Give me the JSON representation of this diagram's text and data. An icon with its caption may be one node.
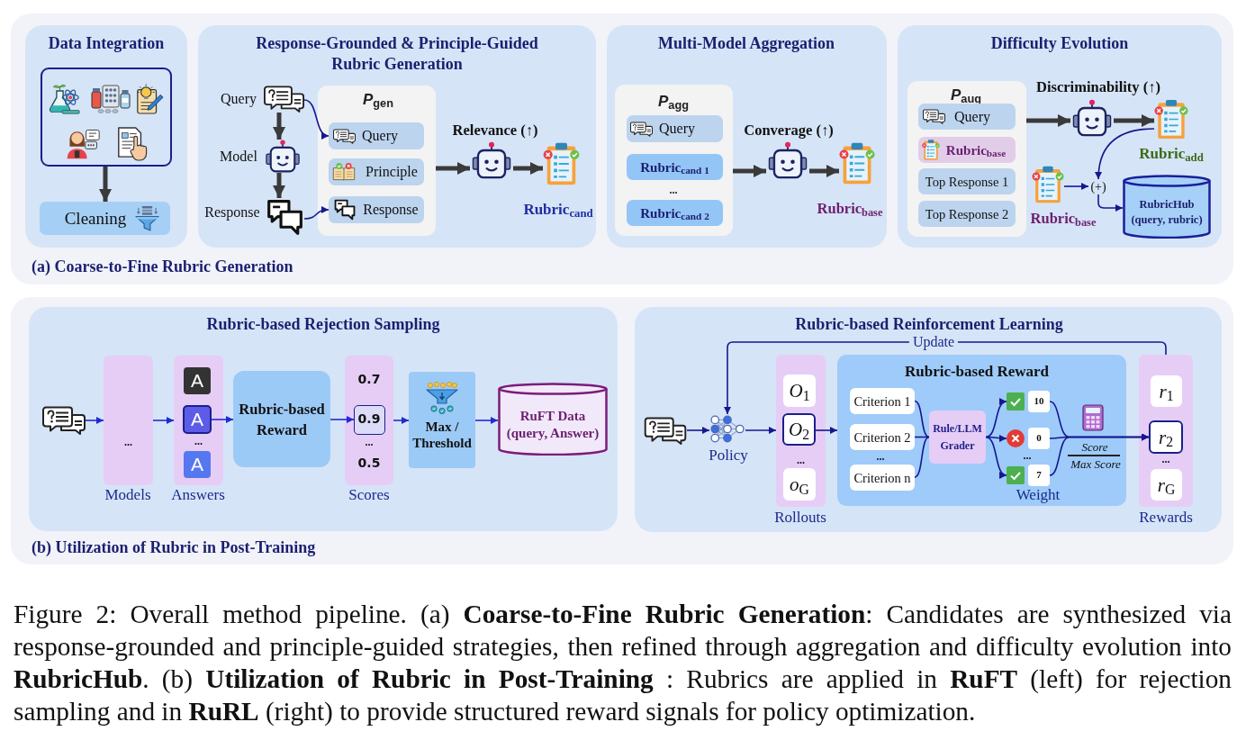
{
  "diagram": {
    "caption": "Figure 2: Overall method pipeline. (a) **Coarse-to-Fine Rubric Generation**: Candidates are synthesized via response-grounded and principle-guided strategies, then refined through aggregation and difficulty evolution into **RubricHub**. (b) **Utilization of Rubric in Post-Training** : Rubrics are applied in **RuFT** (left) for rejection sampling and in **RuRL** (right) to provide structured reward signals for policy optimization.",
    "nodes": [
      {
        "text": [
          "(a) Coarse-to-Fine Rubric Generation"
        ]
      },
      {
        "text": [
          "Data Integration"
        ],
        "in": 0
      },
      {
        "text": [],
        "shape": "box",
        "in": 1
      },
      {
        "text": [
          "Cleaning"
        ],
        "in": 1
      },
      {
        "text": [
          "Response-Grounded & Principle-Guided Rubric Generation"
        ],
        "in": 0
      },
      {
        "text": [
          "Query"
        ],
        "in": 4
      },
      {
        "text": [
          "Model"
        ],
        "in": 4
      },
      {
        "text": [
          "Response"
        ],
        "in": 4
      },
      {
        "text": [
          "*P*$_{gen}$"
        ],
        "in": 4
      },
      {
        "text": [
          "Query"
        ],
        "in": 8
      },
      {
        "text": [
          "Principle"
        ],
        "in": 8
      },
      {
        "text": [
          "Response"
        ],
        "in": 8
      },
      {
        "text": [],
        "shape": "picture",
        "beside": [
          "Relevance (↑)"
        ],
        "in": 4
      },
      {
        "text": [],
        "shape": "picture",
        "beside": [
          "Rubric$_{cand}$"
        ],
        "in": 4
      },
      {
        "text": [
          "Multi-Model Aggregation"
        ],
        "in": 0
      },
      {
        "text": [
          "*P*$_{agg}$",
          "..."
        ],
        "in": 14
      },
      {
        "text": [
          "Query"
        ],
        "in": 15
      },
      {
        "text": [
          "Rubric$_{cand 1}$"
        ],
        "in": 15
      },
      {
        "text": [
          "Rubric$_{cand 2}$"
        ],
        "in": 15
      },
      {
        "text": [],
        "shape": "picture",
        "beside": [
          "Converage (↑)"
        ],
        "in": 14
      },
      {
        "text": [],
        "shape": "picture",
        "beside": [
          "Rubric$_{base}$"
        ],
        "in": 14
      },
      {
        "text": [
          "Difficulty Evolution"
        ],
        "in": 0
      },
      {
        "text": [
          "*P*$_{aug}$"
        ],
        "in": 21
      },
      {
        "text": [
          "Query"
        ],
        "in": 22
      },
      {
        "text": [
          "Rubric$_{base}$"
        ],
        "in": 22
      },
      {
        "text": [
          "Top Response 1"
        ],
        "in": 22
      },
      {
        "text": [
          "Top Response 2"
        ],
        "in": 22
      },
      {
        "text": [],
        "shape": "picture",
        "beside": [
          "Discriminability (↑)"
        ],
        "in": 21
      },
      {
        "text": [],
        "shape": "picture",
        "beside": [
          "Rubric$_{add}$"
        ],
        "in": 21
      },
      {
        "text": [],
        "shape": "picture",
        "beside": [
          "Rubric$_{base}$"
        ],
        "in": 21
      },
      {
        "text": [
          "(+)"
        ],
        "in": 21
      },
      {
        "text": [
          "RubricHub",
          "(query, rubric)"
        ],
        "in": 21
      },
      {
        "text": [
          "(b) Utilization of Rubric in Post-Training"
        ]
      },
      {
        "text": [
          "Rubric-based Rejection Sampling"
        ],
        "in": 32
      },
      {
        "text": [],
        "shape": "picture",
        "in": 33
      },
      {
        "text": [
          "..."
        ],
        "beside": [
          "Models"
        ],
        "in": 33
      },
      {
        "text": [
          "..."
        ],
        "beside": [
          "Answers"
        ],
        "in": 33
      },
      {
        "text": [
          "A"
        ],
        "in": 36
      },
      {
        "text": [
          "A"
        ],
        "in": 36
      },
      {
        "text": [
          "A"
        ],
        "in": 36
      },
      {
        "text": [
          "Rubric-based Reward"
        ],
        "in": 33
      },
      {
        "text": [
          "0.7",
          "...",
          "0.5"
        ],
        "beside": [
          "Scores"
        ],
        "in": 33
      },
      {
        "text": [
          "0.9"
        ],
        "in": 41
      },
      {
        "text": [
          "Max / Threshold"
        ],
        "in": 33
      },
      {
        "text": [
          "RuFT Data",
          "(query, Answer)"
        ],
        "in": 33
      },
      {
        "text": [
          "Rubric-based Reinforcement Learning"
        ],
        "in": 32
      },
      {
        "text": [],
        "shape": "picture",
        "in": 45
      },
      {
        "text": [],
        "shape": "picture",
        "beside": [
          "Policy"
        ],
        "in": 45
      },
      {
        "text": [
          "..."
        ],
        "beside": [
          "Rollouts"
        ],
        "in": 45
      },
      {
        "text": [
          "*O*$_{1}$"
        ],
        "in": 48
      },
      {
        "text": [
          "*O*$_{2}$"
        ],
        "in": 48
      },
      {
        "text": [
          "*o*$_{G}$"
        ],
        "in": 48
      },
      {
        "text": [
          "Rubric-based Reward",
          "...",
          "...",
          "Weight",
          "Score",
          "Max Score"
        ],
        "in": 45
      },
      {
        "text": [
          "Criterion 1"
        ],
        "in": 52
      },
      {
        "text": [
          "Criterion 2"
        ],
        "in": 52
      },
      {
        "text": [
          "Criterion n"
        ],
        "in": 52
      },
      {
        "text": [
          "Rule/LLM Grader"
        ],
        "in": 52
      },
      {
        "text": [
          "10"
        ],
        "in": 52
      },
      {
        "text": [
          "0"
        ],
        "in": 52
      },
      {
        "text": [
          "7"
        ],
        "in": 52
      },
      {
        "text": [
          "..."
        ],
        "beside": [
          "Rewards"
        ],
        "in": 45
      },
      {
        "text": [
          "*r*$_{1}$"
        ],
        "in": 60
      },
      {
        "text": [
          "*r*$_{2}$"
        ],
        "in": 60
      },
      {
        "text": [
          "*r*$_{G}$"
        ],
        "in": 60
      }
    ],
    "edges": [
      {
        "from": 2,
        "to": 3,
        "arrow": "to",
        "style": "thick",
        "color": "#3a3a3a"
      },
      {
        "from": 5,
        "to": 6,
        "arrow": "to",
        "style": "thick",
        "color": "#3a3a3a"
      },
      {
        "from": 6,
        "to": 7,
        "arrow": "to",
        "style": "thick",
        "color": "#3a3a3a"
      },
      {
        "from": 5,
        "to": 9,
        "arrow": "to"
      },
      {
        "from": 7,
        "to": 11,
        "arrow": "to"
      },
      {
        "from": 8,
        "to": 12,
        "arrow": "to",
        "style": "thick",
        "color": "#3a3a3a"
      },
      {
        "from": 12,
        "to": 13,
        "arrow": "to",
        "style": "thick",
        "color": "#3a3a3a"
      },
      {
        "from": 15,
        "to": 19,
        "arrow": "to",
        "style": "thick",
        "color": "#3a3a3a"
      },
      {
        "from": 19,
        "to": 20,
        "arrow": "to",
        "style": "thick",
        "color": "#3a3a3a"
      },
      {
        "from": 22,
        "to": 27,
        "arrow": "to",
        "style": "thick",
        "color": "#3a3a3a"
      },
      {
        "from": 27,
        "to": 28,
        "arrow": "to",
        "style": "thick",
        "color": "#3a3a3a"
      },
      {
        "from": 28,
        "to": 30,
        "arrow": "to"
      },
      {
        "from": 29,
        "to": 30,
        "arrow": "to"
      },
      {
        "from": 30,
        "to": 31,
        "arrow": "to"
      },
      {
        "from": 34,
        "to": 35,
        "arrow": "to",
        "color": "#1f2bd0"
      },
      {
        "from": 35,
        "to": 36,
        "arrow": "to",
        "color": "#1f2bd0"
      },
      {
        "from": 38,
        "to": 40,
        "arrow": "to",
        "color": "#1f2bd0"
      },
      {
        "from": 40,
        "to": 42,
        "arrow": "to",
        "color": "#1f2bd0"
      },
      {
        "from": 41,
        "to": 43,
        "arrow": "to",
        "color": "#1f2bd0"
      },
      {
        "from": 43,
        "to": 44,
        "arrow": "to",
        "color": "#1f2bd0"
      },
      {
        "from": 46,
        "to": 47,
        "arrow": "to"
      },
      {
        "from": 47,
        "to": 48,
        "arrow": "to"
      },
      {
        "from": 50,
        "to": 52,
        "arrow": "to"
      },
      {
        "from": 53,
        "to": 56,
        "arrow": "none"
      },
      {
        "from": 54,
        "to": 56,
        "arrow": "none"
      },
      {
        "from": 55,
        "to": 56,
        "arrow": "none"
      },
      {
        "from": 56,
        "to": 57,
        "arrow": "to"
      },
      {
        "from": 56,
        "to": 58,
        "arrow": "to"
      },
      {
        "from": 56,
        "to": 59,
        "arrow": "to"
      },
      {
        "from": 57,
        "to": 62,
        "arrow": "to"
      },
      {
        "from": 58,
        "to": 62,
        "arrow": "to"
      },
      {
        "from": 59,
        "to": 62,
        "arrow": "to"
      },
      {
        "from": 60,
        "to": 47,
        "arrow": "to",
        "label": "Update"
      }
    ]
  }
}
